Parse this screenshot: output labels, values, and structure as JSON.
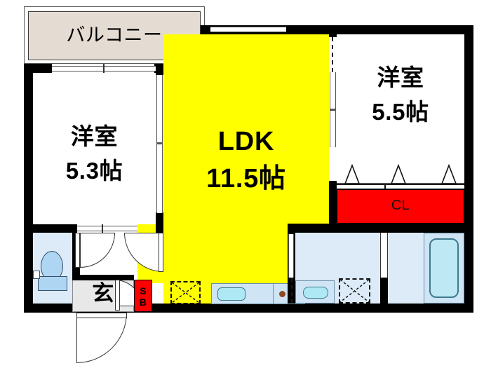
{
  "plan": {
    "type": "japanese-apartment-floorplan",
    "layout_code": "2LDK",
    "rooms": [
      {
        "id": "balcony",
        "name": "バルコニー",
        "fill": "#e4dbd2"
      },
      {
        "id": "washitsu_left",
        "name": "洋室",
        "size": "5.3帖",
        "fill": "#ffffff"
      },
      {
        "id": "ldk",
        "name": "LDK",
        "size": "11.5帖",
        "fill": "#ffff00"
      },
      {
        "id": "washitsu_right",
        "name": "洋室",
        "size": "5.5帖",
        "fill": "#ffffff"
      },
      {
        "id": "closet",
        "name": "CL",
        "fill": "#ff0000"
      },
      {
        "id": "shoebox",
        "name": "SB",
        "fill": "#ff0000"
      },
      {
        "id": "genkan",
        "name": "玄",
        "fill": "#e8e8e8"
      }
    ],
    "labels": {
      "balcony": "バルコニー",
      "room_left_name": "洋室",
      "room_left_size": "5.3帖",
      "ldk_name": "LDK",
      "ldk_size": "11.5帖",
      "room_right_name": "洋室",
      "room_right_size": "5.5帖",
      "closet": "CL",
      "shoebox_line1": "S",
      "shoebox_line2": "B",
      "genkan": "玄"
    },
    "fixtures": [
      {
        "name": "toilet",
        "label": ""
      },
      {
        "name": "kitchen-sink",
        "label": ""
      },
      {
        "name": "gas-stove",
        "label": ""
      },
      {
        "name": "wash-basin",
        "label": ""
      },
      {
        "name": "washer-space",
        "label": ""
      },
      {
        "name": "refrigerator-space",
        "label": ""
      },
      {
        "name": "bathtub",
        "label": ""
      },
      {
        "name": "closet-hangers",
        "label": ""
      }
    ],
    "colors": {
      "wall": "#000000",
      "ldk": "#ffff00",
      "closet": "#ff0000",
      "balcony": "#e4dbd2",
      "water": "#dcebf7",
      "tub": "#bfe8f5",
      "genkan": "#e8e8e8"
    }
  }
}
